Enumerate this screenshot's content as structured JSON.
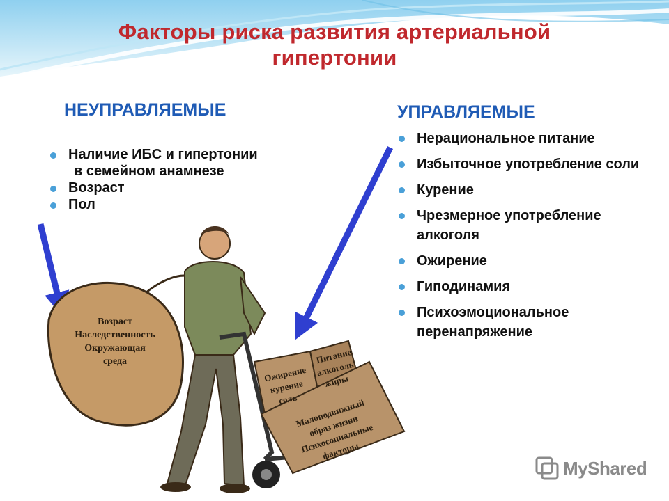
{
  "title": {
    "line1": "Факторы риска развития артериальной",
    "line2": "гипертонии"
  },
  "left": {
    "heading": "НЕУПРАВЛЯЕМЫЕ",
    "items": [
      "Наличие ИБС  и гипертонии",
      "Возраст",
      "Пол"
    ],
    "item0_continuation": "в семейном анамнезе"
  },
  "right": {
    "heading": "УПРАВЛЯЕМЫЕ",
    "items": [
      "Нерациональное питание",
      "Избыточное употребление соли",
      "Курение",
      "Чрезмерное употребление алкоголя",
      "Ожирение",
      "Гиподинамия",
      "Психоэмоциональное перенапряжение"
    ]
  },
  "illustration": {
    "sack_lines": [
      "Возраст",
      "Наследственность",
      "Окружающая",
      "среда"
    ],
    "box_left_lines": [
      "Ожирение",
      "курение",
      "соль"
    ],
    "box_right_lines": [
      "Питание",
      "алкоголь",
      "жиры"
    ],
    "box_bottom_lines": [
      "Малоподвижный",
      "образ жизни",
      "Психосоциальные",
      "факторы"
    ]
  },
  "watermark": {
    "text": "MyShared",
    "icon": "myshared-logo-icon"
  },
  "colors": {
    "title": "#c0282d",
    "heading": "#1f5bb5",
    "bullet": "#4aa0d8",
    "arrow": "#2f3fd0"
  }
}
